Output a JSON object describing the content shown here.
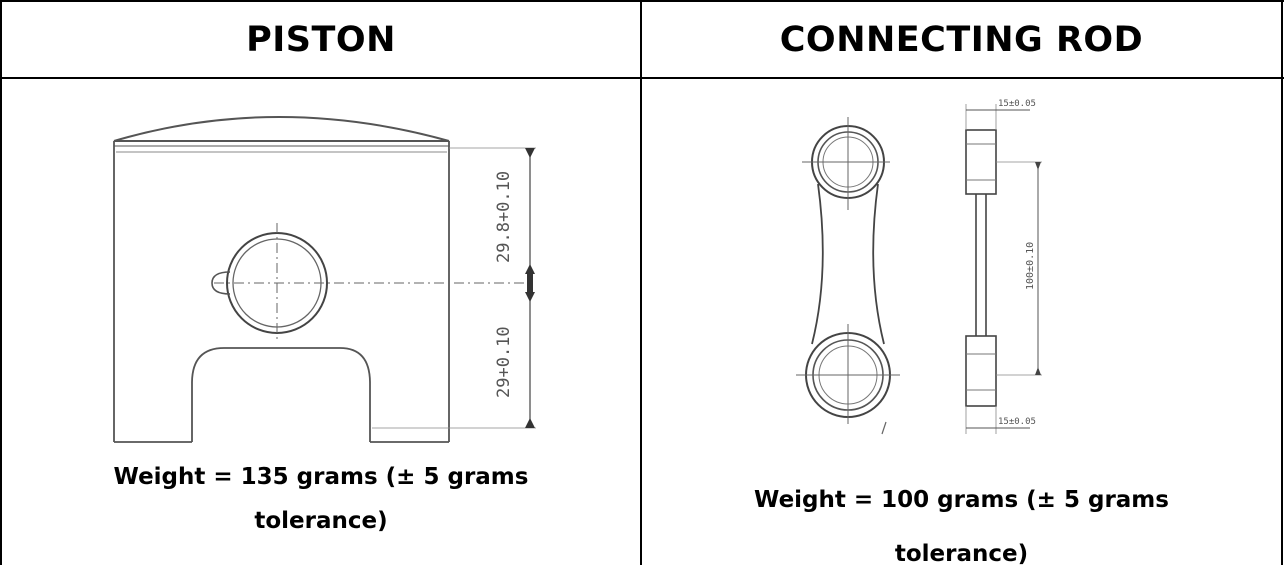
{
  "columns": [
    {
      "header": "PISTON",
      "caption_line1": "Weight = 135 grams (± 5 grams",
      "caption_line2": "tolerance)",
      "dimensions": {
        "upper": "29.8+0.10",
        "lower": "29+0.10"
      }
    },
    {
      "header": "CONNECTING ROD",
      "caption_line1": "Weight = 100 grams (± 5 grams",
      "caption_line2": "tolerance)",
      "dimensions": {
        "top_width": "15±0.05",
        "center": "100±0.10",
        "bottom_width": "15±0.05"
      }
    }
  ]
}
